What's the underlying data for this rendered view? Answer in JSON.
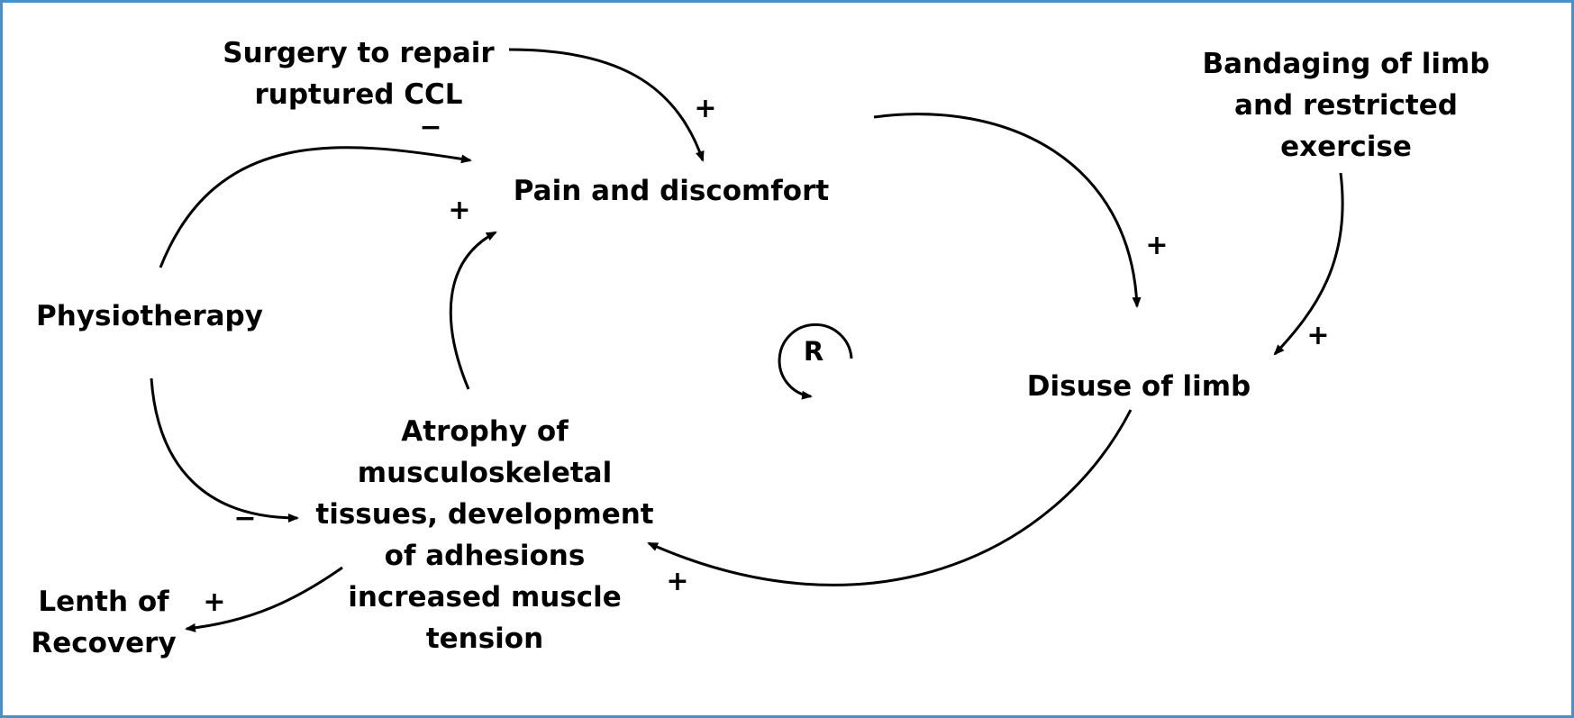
{
  "nodes": {
    "surgery": [
      "Surgery to repair",
      "ruptured CCL"
    ],
    "pain": [
      "Pain and discomfort"
    ],
    "bandaging": [
      "Bandaging of limb",
      "and restricted",
      "exercise"
    ],
    "physiotherapy": [
      "Physiotherapy"
    ],
    "disuse": [
      "Disuse of limb"
    ],
    "atrophy": [
      "Atrophy of",
      "musculoskeletal",
      "tissues, development",
      "of adhesions",
      "increased muscle",
      "tension"
    ],
    "recovery": [
      "Lenth of",
      "Recovery"
    ]
  },
  "polarities": {
    "surgery_to_pain": "+",
    "surgery_minus": "−",
    "pain_to_disuse": "+",
    "bandaging_to_disuse": "+",
    "atrophy_to_pain": "+",
    "disuse_to_atrophy": "+",
    "physio_to_atrophy": "−",
    "atrophy_to_recovery": "+"
  },
  "loop": {
    "label": "R"
  },
  "colors": {
    "border": "#4a90c8",
    "ink": "#000000"
  }
}
